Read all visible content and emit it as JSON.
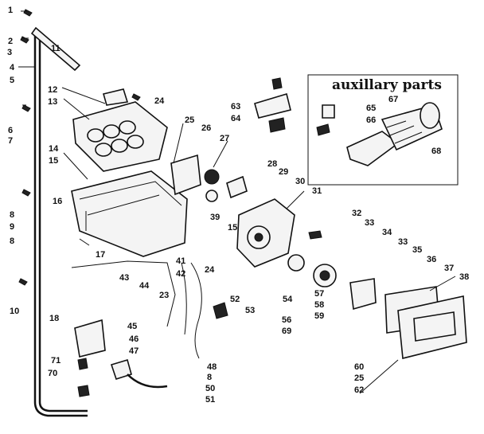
{
  "auxiliary_title": "auxillary parts",
  "labels": [
    "1",
    "2",
    "3",
    "4",
    "5",
    "6",
    "7",
    "8",
    "9",
    "8",
    "10",
    "11",
    "12",
    "13",
    "14",
    "15",
    "16",
    "17",
    "18",
    "71",
    "70",
    "24",
    "25",
    "26",
    "27",
    "28",
    "29",
    "30",
    "31",
    "32",
    "33",
    "34",
    "33",
    "35",
    "36",
    "37",
    "38",
    "39",
    "15",
    "41",
    "42",
    "43",
    "44",
    "23",
    "24",
    "45",
    "46",
    "47",
    "48",
    "8",
    "50",
    "51",
    "52",
    "53",
    "54",
    "57",
    "58",
    "59",
    "56",
    "69",
    "60",
    "25",
    "62",
    "63",
    "64",
    "65",
    "66",
    "67",
    "68"
  ]
}
